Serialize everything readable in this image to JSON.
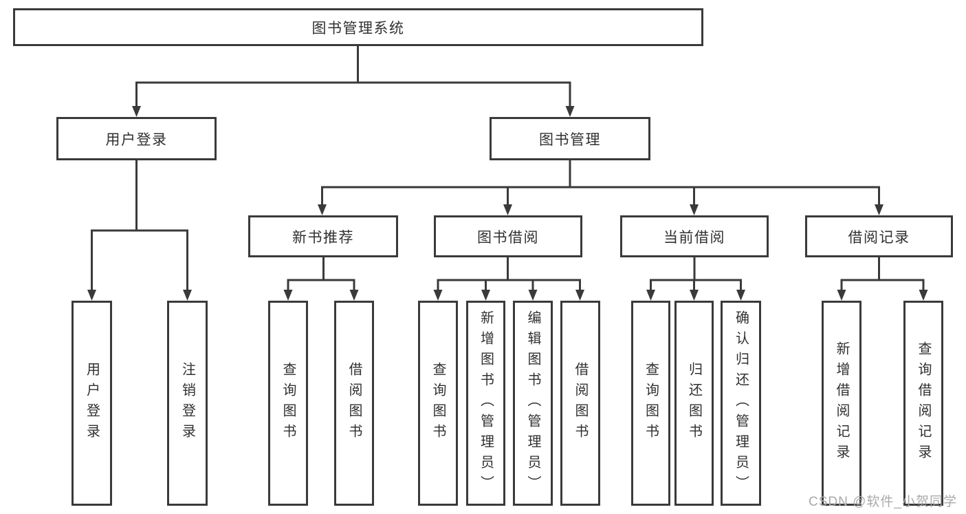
{
  "colors": {
    "line": "#3a3a3a",
    "box_border": "#3a3a3a",
    "box_background": "#ffffff",
    "text": "#303030",
    "watermark": "#a9a9a9"
  },
  "tree": {
    "root": {
      "label": "图书管理系统"
    },
    "branches": [
      {
        "label": "用户登录",
        "children": [
          {
            "label": "用户登录"
          },
          {
            "label": "注销登录"
          }
        ]
      },
      {
        "label": "图书管理",
        "groups": [
          {
            "label": "新书推荐",
            "children": [
              {
                "label": "查询图书"
              },
              {
                "label": "借阅图书"
              }
            ]
          },
          {
            "label": "图书借阅",
            "children": [
              {
                "label": "查询图书"
              },
              {
                "label": "新增图书（管理员）"
              },
              {
                "label": "编辑图书（管理员）"
              },
              {
                "label": "借阅图书"
              }
            ]
          },
          {
            "label": "当前借阅",
            "children": [
              {
                "label": "查询图书"
              },
              {
                "label": "归还图书"
              },
              {
                "label": "确认归还（管理员）"
              }
            ]
          },
          {
            "label": "借阅记录",
            "children": [
              {
                "label": "新增借阅记录"
              },
              {
                "label": "查询借阅记录"
              }
            ]
          }
        ]
      }
    ]
  },
  "watermark": {
    "text": "CSDN @软件_小贺同学"
  }
}
